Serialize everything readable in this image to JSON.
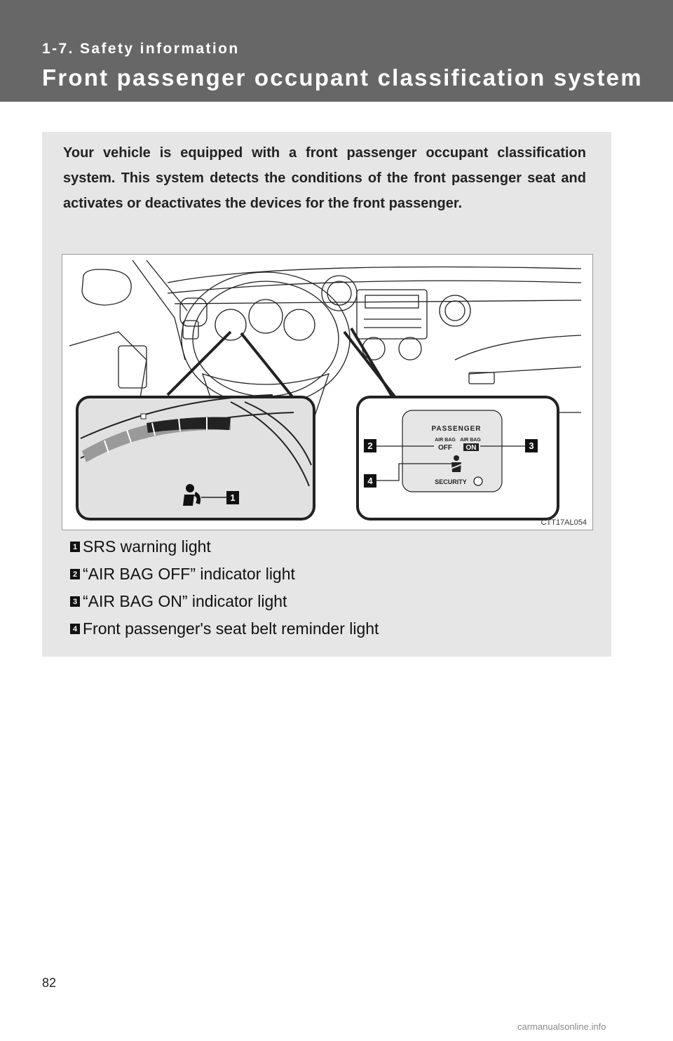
{
  "header": {
    "section": "1-7. Safety information",
    "title": "Front passenger occupant classification system"
  },
  "intro": "Your vehicle is equipped with a front passenger occupant classification system. This system detects the conditions of the front passenger seat and activates or deactivates the devices for the front passenger.",
  "figure": {
    "code": "CTT17AL054",
    "panel_texts": {
      "passenger": "PASSENGER",
      "airbag": "AIR BAG",
      "off": "OFF",
      "on": "ON",
      "security": "SECURITY"
    },
    "callouts": [
      "1",
      "2",
      "3",
      "4"
    ]
  },
  "legend": [
    {
      "num": "1",
      "text": "SRS warning light"
    },
    {
      "num": "2",
      "text": "“AIR BAG OFF” indicator light"
    },
    {
      "num": "3",
      "text": "“AIR BAG ON” indicator light"
    },
    {
      "num": "4",
      "text": "Front passenger's seat belt reminder light"
    }
  ],
  "page_number": "82",
  "watermark": "carmanualsonline.info",
  "colors": {
    "header_bg": "#676767",
    "box_bg": "#e6e6e6",
    "badge_bg": "#111111"
  }
}
